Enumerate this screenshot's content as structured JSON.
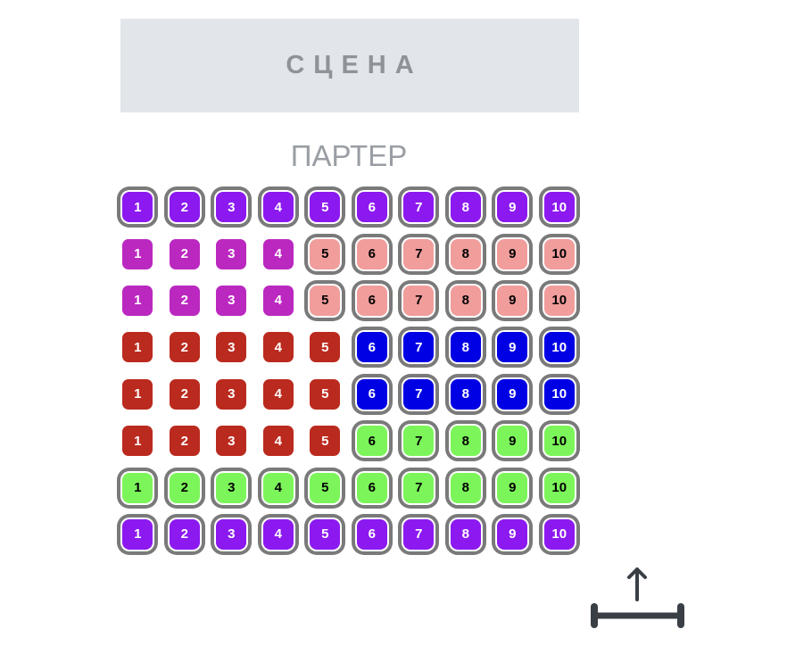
{
  "stage_label": "СЦЕНА",
  "section_label": "ПАРТЕР",
  "colors": {
    "purple": "#8c19f0",
    "magenta": "#bb28c0",
    "salmon": "#f09d9c",
    "red": "#bb2a1e",
    "blue": "#0000e4",
    "green": "#7cf55a"
  },
  "rows": [
    {
      "seats": [
        [
          "1",
          "purple",
          1
        ],
        [
          "2",
          "purple",
          1
        ],
        [
          "3",
          "purple",
          1
        ],
        [
          "4",
          "purple",
          1
        ],
        [
          "5",
          "purple",
          1
        ],
        [
          "6",
          "purple",
          1
        ],
        [
          "7",
          "purple",
          1
        ],
        [
          "8",
          "purple",
          1
        ],
        [
          "9",
          "purple",
          1
        ],
        [
          "10",
          "purple",
          1
        ]
      ]
    },
    {
      "seats": [
        [
          "1",
          "magenta",
          0
        ],
        [
          "2",
          "magenta",
          0
        ],
        [
          "3",
          "magenta",
          0
        ],
        [
          "4",
          "magenta",
          0
        ],
        [
          "5",
          "salmon",
          1
        ],
        [
          "6",
          "salmon",
          1
        ],
        [
          "7",
          "salmon",
          1
        ],
        [
          "8",
          "salmon",
          1
        ],
        [
          "9",
          "salmon",
          1
        ],
        [
          "10",
          "salmon",
          1
        ]
      ]
    },
    {
      "seats": [
        [
          "1",
          "magenta",
          0
        ],
        [
          "2",
          "magenta",
          0
        ],
        [
          "3",
          "magenta",
          0
        ],
        [
          "4",
          "magenta",
          0
        ],
        [
          "5",
          "salmon",
          1
        ],
        [
          "6",
          "salmon",
          1
        ],
        [
          "7",
          "salmon",
          1
        ],
        [
          "8",
          "salmon",
          1
        ],
        [
          "9",
          "salmon",
          1
        ],
        [
          "10",
          "salmon",
          1
        ]
      ]
    },
    {
      "seats": [
        [
          "1",
          "red",
          0
        ],
        [
          "2",
          "red",
          0
        ],
        [
          "3",
          "red",
          0
        ],
        [
          "4",
          "red",
          0
        ],
        [
          "5",
          "red",
          0
        ],
        [
          "6",
          "blue",
          1
        ],
        [
          "7",
          "blue",
          1
        ],
        [
          "8",
          "blue",
          1
        ],
        [
          "9",
          "blue",
          1
        ],
        [
          "10",
          "blue",
          1
        ]
      ]
    },
    {
      "seats": [
        [
          "1",
          "red",
          0
        ],
        [
          "2",
          "red",
          0
        ],
        [
          "3",
          "red",
          0
        ],
        [
          "4",
          "red",
          0
        ],
        [
          "5",
          "red",
          0
        ],
        [
          "6",
          "blue",
          1
        ],
        [
          "7",
          "blue",
          1
        ],
        [
          "8",
          "blue",
          1
        ],
        [
          "9",
          "blue",
          1
        ],
        [
          "10",
          "blue",
          1
        ]
      ]
    },
    {
      "seats": [
        [
          "1",
          "red",
          0
        ],
        [
          "2",
          "red",
          0
        ],
        [
          "3",
          "red",
          0
        ],
        [
          "4",
          "red",
          0
        ],
        [
          "5",
          "red",
          0
        ],
        [
          "6",
          "green",
          1
        ],
        [
          "7",
          "green",
          1
        ],
        [
          "8",
          "green",
          1
        ],
        [
          "9",
          "green",
          1
        ],
        [
          "10",
          "green",
          1
        ]
      ]
    },
    {
      "seats": [
        [
          "1",
          "green",
          1
        ],
        [
          "2",
          "green",
          1
        ],
        [
          "3",
          "green",
          1
        ],
        [
          "4",
          "green",
          1
        ],
        [
          "5",
          "green",
          1
        ],
        [
          "6",
          "green",
          1
        ],
        [
          "7",
          "green",
          1
        ],
        [
          "8",
          "green",
          1
        ],
        [
          "9",
          "green",
          1
        ],
        [
          "10",
          "green",
          1
        ]
      ]
    },
    {
      "seats": [
        [
          "1",
          "purple",
          1
        ],
        [
          "2",
          "purple",
          1
        ],
        [
          "3",
          "purple",
          1
        ],
        [
          "4",
          "purple",
          1
        ],
        [
          "5",
          "purple",
          1
        ],
        [
          "6",
          "purple",
          1
        ],
        [
          "7",
          "purple",
          1
        ],
        [
          "8",
          "purple",
          1
        ],
        [
          "9",
          "purple",
          1
        ],
        [
          "10",
          "purple",
          1
        ]
      ]
    }
  ]
}
